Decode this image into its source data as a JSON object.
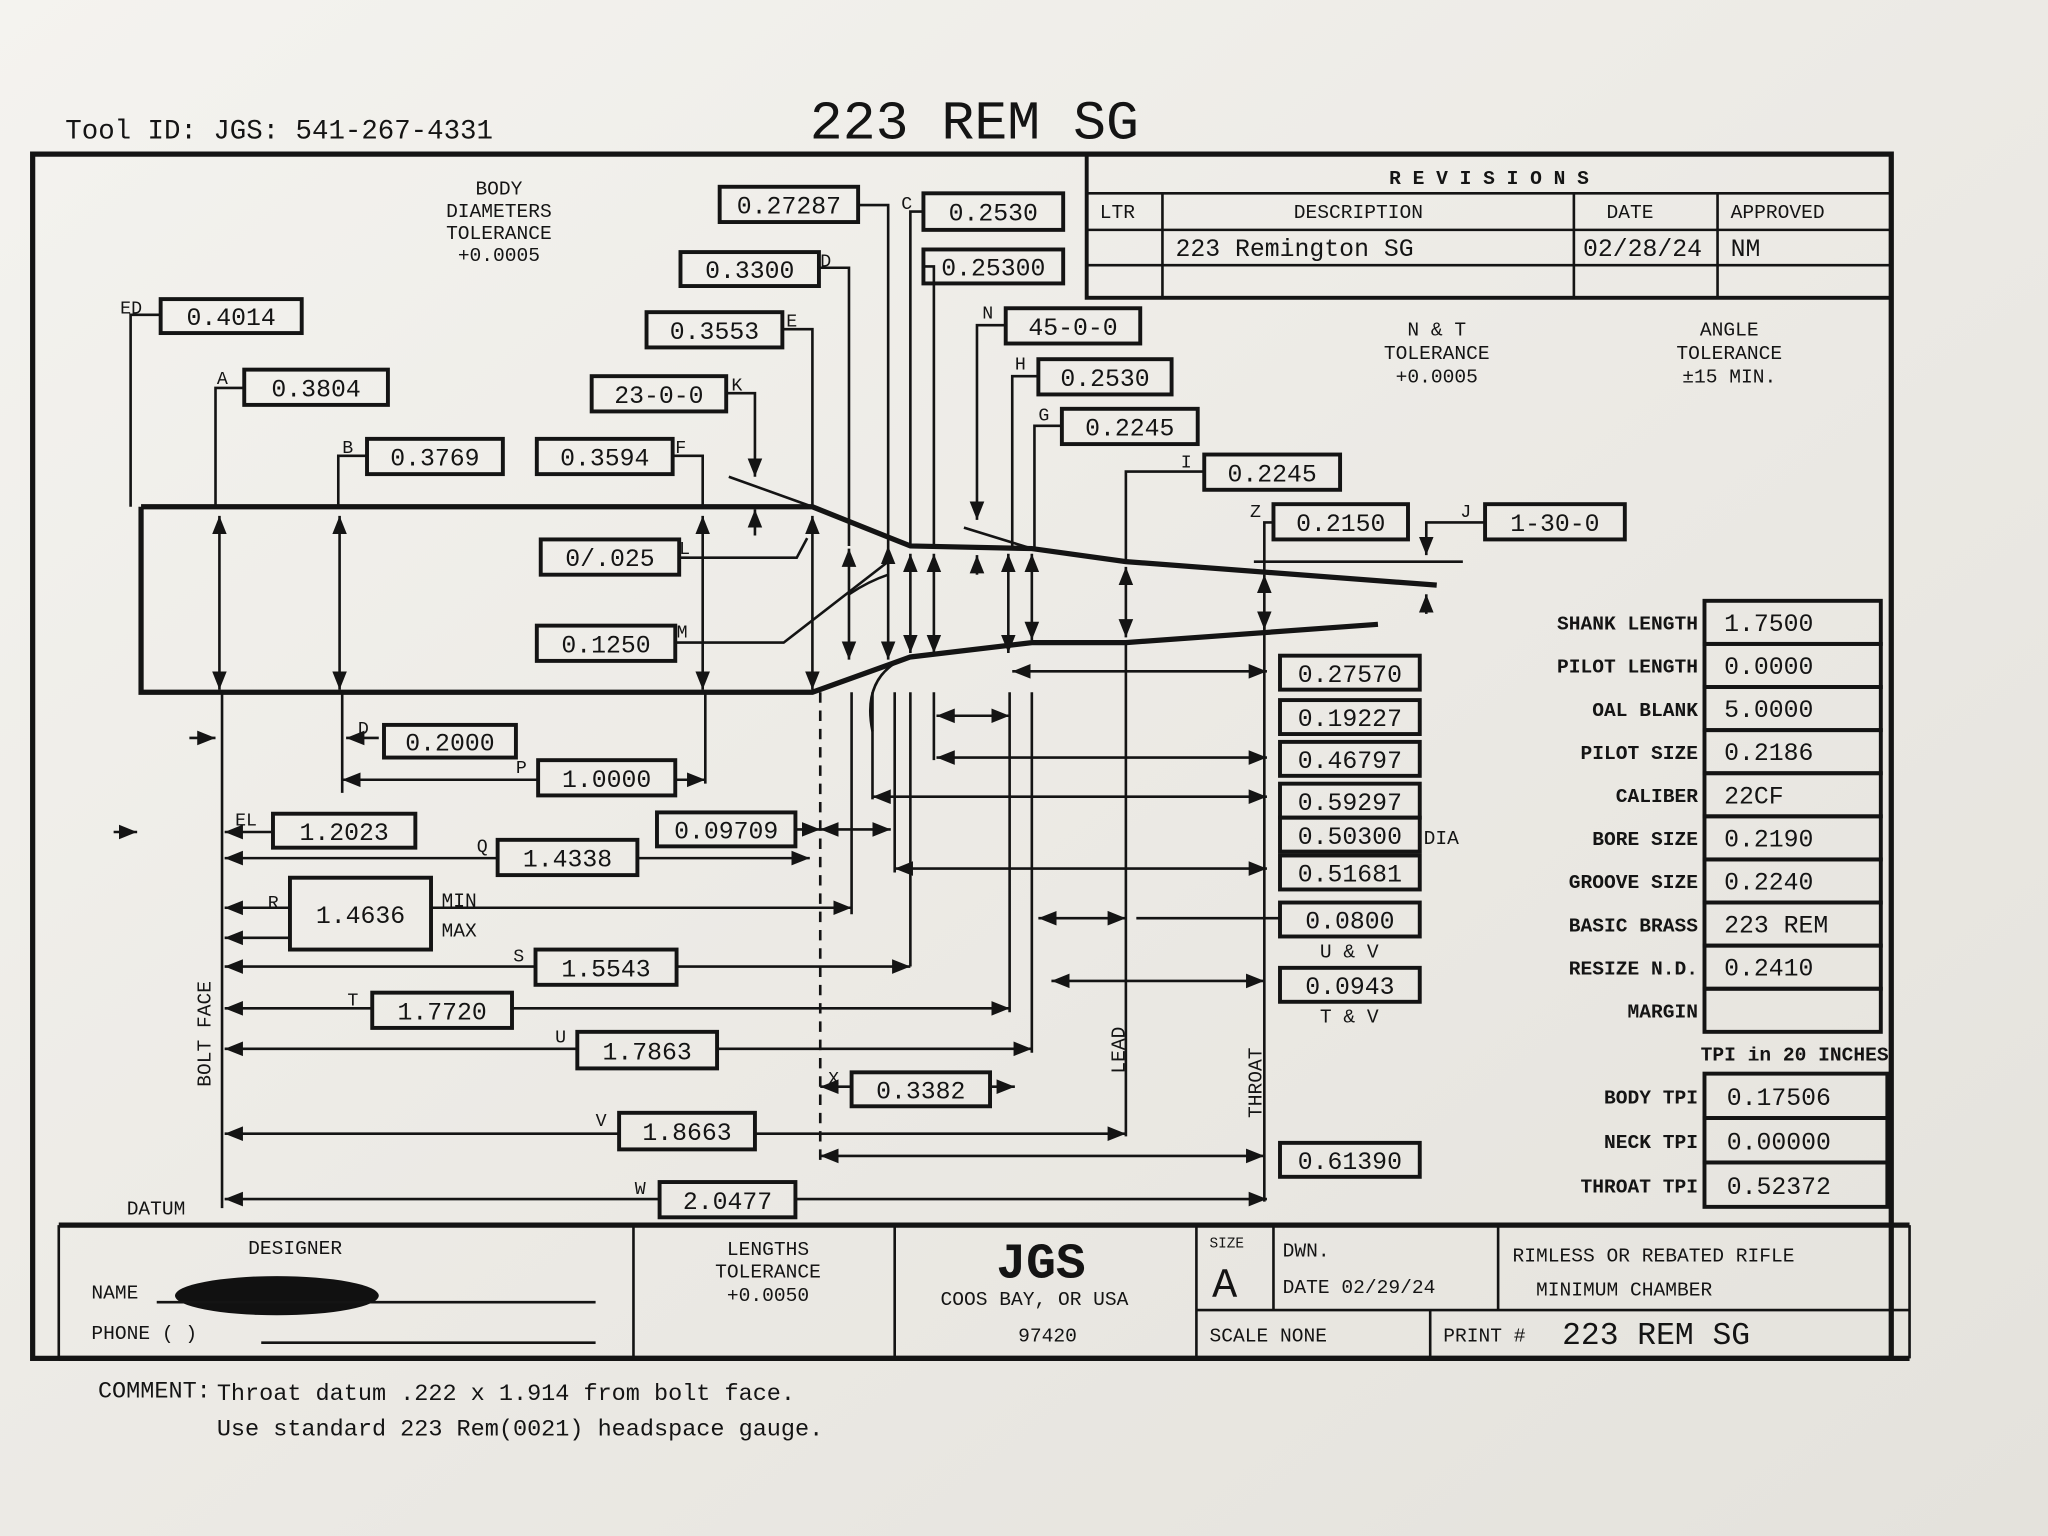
{
  "header": {
    "tool_id": "Tool ID: JGS: 541-267-4331",
    "title": "223 REM SG"
  },
  "body_tolerance": [
    "BODY",
    "DIAMETERS",
    "TOLERANCE",
    "+0.0005"
  ],
  "nt_tolerance": [
    "N & T",
    "TOLERANCE",
    "+0.0005"
  ],
  "angle_tolerance": [
    "ANGLE",
    "TOLERANCE",
    "±15 MIN."
  ],
  "revisions": {
    "title": "R E V I S I O N S",
    "columns": [
      "LTR",
      "DESCRIPTION",
      "DATE",
      "APPROVED"
    ],
    "rows": [
      [
        "",
        "223 Remington SG",
        "02/28/24",
        "NM"
      ]
    ]
  },
  "diameter_callouts": [
    {
      "letter": "ED",
      "value": "0.4014"
    },
    {
      "letter": "A",
      "value": "0.3804"
    },
    {
      "letter": "B",
      "value": "0.3769"
    },
    {
      "letter": "F",
      "value": "0.3594"
    },
    {
      "letter": "K",
      "value": "23-0-0"
    },
    {
      "letter": "E",
      "value": "0.3553"
    },
    {
      "letter": "D",
      "value": "0.3300"
    },
    {
      "letter": "",
      "value": "0.27287"
    },
    {
      "letter": "C",
      "value": "0.2530"
    },
    {
      "letter": "",
      "value": "0.25300"
    },
    {
      "letter": "N",
      "value": "45-0-0"
    },
    {
      "letter": "H",
      "value": "0.2530"
    },
    {
      "letter": "G",
      "value": "0.2245"
    },
    {
      "letter": "I",
      "value": "0.2245"
    },
    {
      "letter": "Z",
      "value": "0.2150"
    },
    {
      "letter": "J",
      "value": "1-30-0"
    },
    {
      "letter": "L",
      "value": "0/.025"
    },
    {
      "letter": "M",
      "value": "0.1250"
    }
  ],
  "length_callouts": [
    {
      "letter": "D",
      "value": "0.2000"
    },
    {
      "letter": "P",
      "value": "1.0000"
    },
    {
      "letter": "EL",
      "value": "1.2023"
    },
    {
      "letter": "",
      "value": "0.09709"
    },
    {
      "letter": "Q",
      "value": "1.4338"
    },
    {
      "letter": "R",
      "value": "1.4636"
    },
    {
      "letter": "S",
      "value": "1.5543"
    },
    {
      "letter": "T",
      "value": "1.7720"
    },
    {
      "letter": "U",
      "value": "1.7863"
    },
    {
      "letter": "X",
      "value": "0.3382"
    },
    {
      "letter": "V",
      "value": "1.8663"
    },
    {
      "letter": "W",
      "value": "2.0477"
    }
  ],
  "r_limits": {
    "min": "MIN",
    "max": "MAX"
  },
  "right_dims": [
    {
      "value": "0.27570",
      "note": ""
    },
    {
      "value": "0.19227",
      "note": ""
    },
    {
      "value": "0.46797",
      "note": ""
    },
    {
      "value": "0.59297",
      "note": ""
    },
    {
      "value": "0.50300",
      "note": "DIA"
    },
    {
      "value": "0.51681",
      "note": ""
    },
    {
      "value": "0.0800",
      "note": "U & V"
    },
    {
      "value": "0.0943",
      "note": "T & V"
    },
    {
      "value": "0.61390",
      "note": ""
    }
  ],
  "vertical_labels": {
    "bolt_face": "BOLT FACE",
    "lead": "LEAD",
    "throat": "THROAT",
    "datum": "DATUM"
  },
  "spec_table": [
    {
      "label": "SHANK LENGTH",
      "value": "1.7500"
    },
    {
      "label": "PILOT LENGTH",
      "value": "0.0000"
    },
    {
      "label": "OAL BLANK",
      "value": "5.0000"
    },
    {
      "label": "PILOT SIZE",
      "value": "0.2186"
    },
    {
      "label": "CALIBER",
      "value": "22CF"
    },
    {
      "label": "BORE SIZE",
      "value": "0.2190"
    },
    {
      "label": "GROOVE SIZE",
      "value": "0.2240"
    },
    {
      "label": "BASIC BRASS",
      "value": "223 REM"
    },
    {
      "label": "RESIZE N.D.",
      "value": "0.2410"
    },
    {
      "label": "MARGIN",
      "value": ""
    }
  ],
  "tpi": {
    "heading": "TPI in 20 INCHES",
    "rows": [
      {
        "label": "BODY TPI",
        "value": "0.17506"
      },
      {
        "label": "NECK TPI",
        "value": "0.00000"
      },
      {
        "label": "THROAT TPI",
        "value": "0.52372"
      }
    ]
  },
  "title_block": {
    "designer": "DESIGNER",
    "name_label": "NAME",
    "phone_label": "PHONE (     )",
    "lengths_tolerance": [
      "LENGTHS",
      "TOLERANCE",
      "+0.0050"
    ],
    "company": "JGS",
    "city": "COOS BAY, OR USA",
    "zip": "97420",
    "size_label": "SIZE",
    "size": "A",
    "dwn": "DWN.",
    "date": "DATE 02/29/24",
    "description": [
      "RIMLESS OR REBATED RIFLE",
      "MINIMUM CHAMBER"
    ],
    "scale": "SCALE  NONE",
    "print_label": "PRINT #",
    "print_number": "223 REM SG"
  },
  "comment": {
    "label": "COMMENT:",
    "lines": [
      "Throat datum .222 x 1.914 from bolt face.",
      "Use standard 223 Rem(0021) headspace gauge."
    ]
  }
}
